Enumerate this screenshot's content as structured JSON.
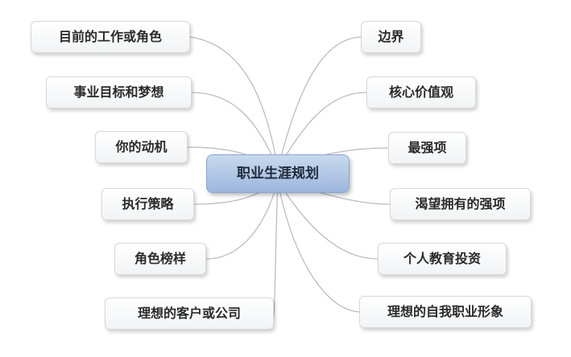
{
  "center": {
    "label": "职业生涯规划"
  },
  "left_branches": [
    {
      "label": "目前的工作或角色"
    },
    {
      "label": "事业目标和梦想"
    },
    {
      "label": "你的动机"
    },
    {
      "label": "执行策略"
    },
    {
      "label": "角色榜样"
    },
    {
      "label": "理想的客户或公司"
    }
  ],
  "right_branches": [
    {
      "label": "边界"
    },
    {
      "label": "核心价值观"
    },
    {
      "label": "最强项"
    },
    {
      "label": "渴望拥有的强项"
    },
    {
      "label": "个人教育投资"
    },
    {
      "label": "理想的自我职业形象"
    }
  ],
  "colors": {
    "connector": "#bdbdbd",
    "center_fill": "#a9c2e3",
    "node_fill": "#f2f3f5"
  }
}
